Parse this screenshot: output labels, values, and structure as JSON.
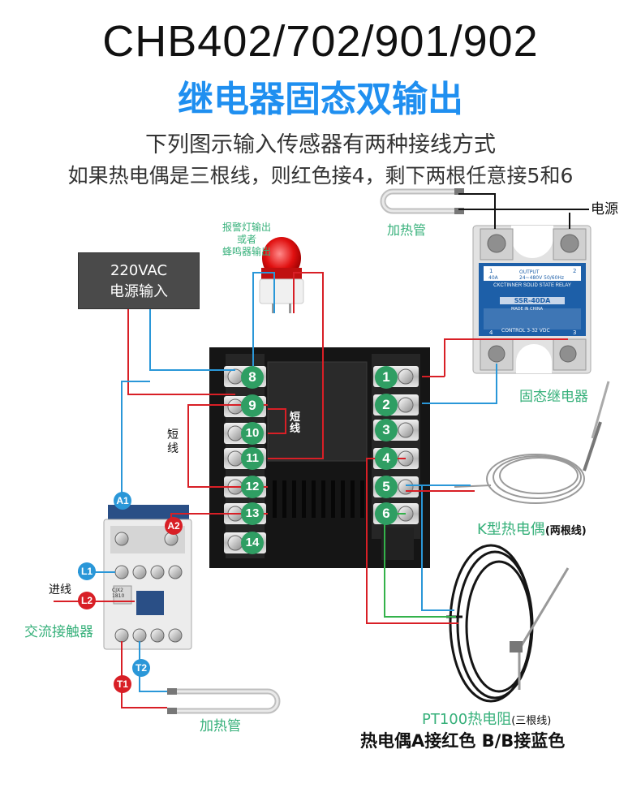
{
  "header": {
    "model": "CHB402/702/901/902",
    "output_type": "继电器固态双输出",
    "line1": "下列图示输入传感器有两种接线方式",
    "line2": "如果热电偶是三根线，则红色接4，剩下两根任意接5和6"
  },
  "power_box": {
    "line1": "220VAC",
    "line2": "电源输入"
  },
  "alarm": {
    "line1": "报警灯输出",
    "line2": "或者",
    "line3": "蜂鸣器输出"
  },
  "heater_top": "加热管",
  "power_label": "电源",
  "ssr": {
    "label": "固态继电器",
    "brand": "CKCTINNER SOLID STATE RELAY",
    "model": "SSR-40DA",
    "output": "OUTPUT",
    "rating": "24~480V  50/60Hz",
    "current": "40A",
    "control": "CONTROL 3-32 VDC",
    "made": "MADE IN CHINA",
    "t1": "1",
    "t2": "2",
    "t3": "3",
    "t4": "4"
  },
  "short_right": "短线",
  "short_left": "短线",
  "terminals_left": [
    "8",
    "9",
    "10",
    "11",
    "12",
    "13",
    "14"
  ],
  "terminals_right": [
    "1",
    "2",
    "3",
    "4",
    "5",
    "6"
  ],
  "thermocouple": {
    "name": "K型热电偶",
    "note": "(两根线)"
  },
  "rtd": {
    "name": "PT100热电阻",
    "note": "(三根线)"
  },
  "contactor": {
    "label": "交流接触器",
    "incoming": "进线",
    "model": "CJX2 1810",
    "a1": "A1",
    "a2": "A2",
    "l1": "L1",
    "l2": "L2",
    "t1": "T1",
    "t2": "T2"
  },
  "heater_bottom": "加热管",
  "footer": "热电偶A接红色 B/B接蓝色",
  "colors": {
    "title_blue": "#1f8ff0",
    "label_green": "#36b07a",
    "wire_red": "#d81f26",
    "wire_blue": "#2a97d8",
    "wire_green": "#33b24a"
  }
}
